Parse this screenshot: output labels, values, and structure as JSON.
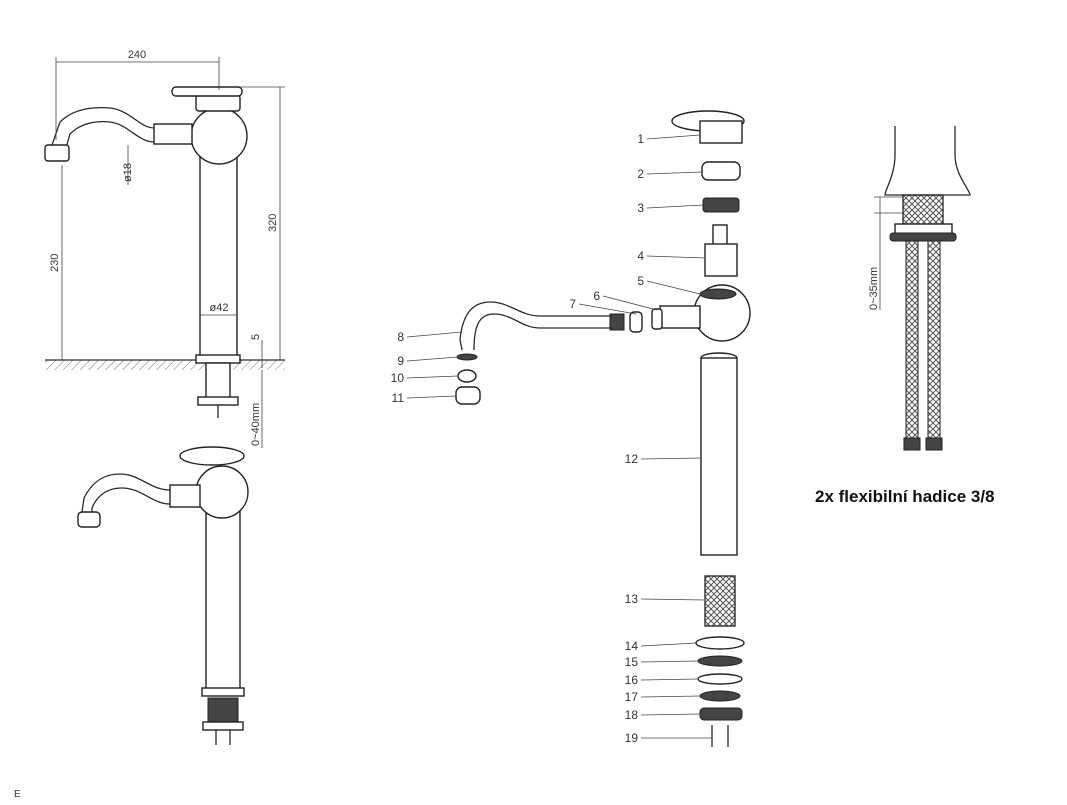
{
  "dimensions": {
    "width_240": "240",
    "diam_18": "ø18",
    "height_230": "230",
    "height_320": "320",
    "diam_42": "ø42",
    "gap_5": "5",
    "range_0_40": "0~40mm",
    "range_0_35": "0~35mm"
  },
  "parts": [
    "1",
    "2",
    "3",
    "4",
    "5",
    "6",
    "7",
    "8",
    "9",
    "10",
    "11",
    "12",
    "13",
    "14",
    "15",
    "16",
    "17",
    "18",
    "19"
  ],
  "caption": "2x flexibilní hadice 3/8",
  "corner_mark": "E"
}
